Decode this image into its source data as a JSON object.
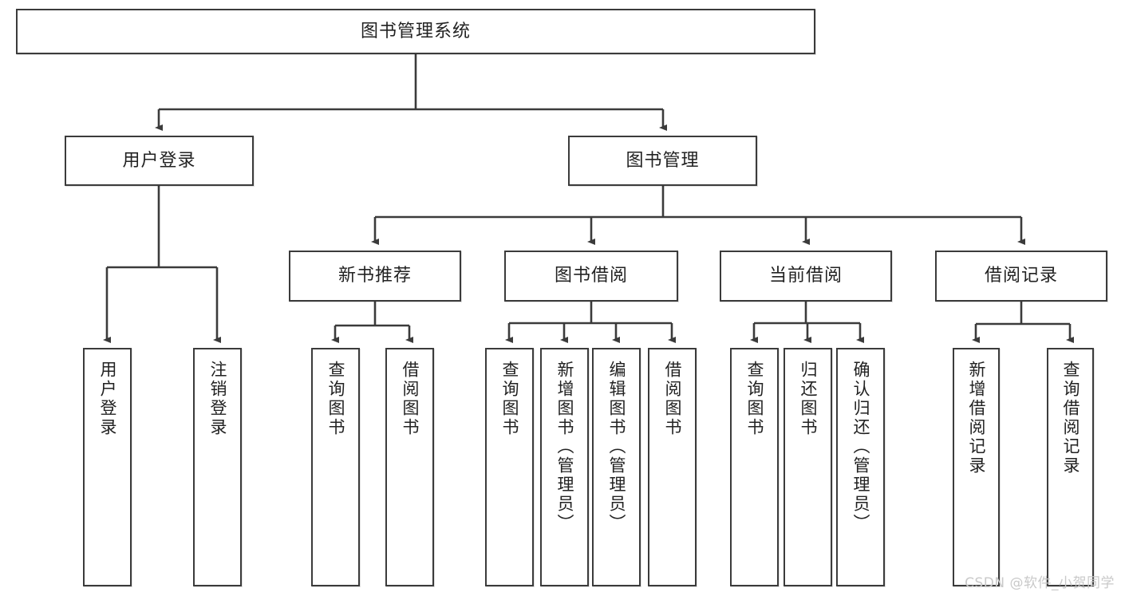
{
  "diagram": {
    "type": "tree-hierarchy-chart",
    "title_node": {
      "label": "图书管理系统"
    },
    "level2": [
      {
        "label": "用户登录"
      },
      {
        "label": "图书管理"
      }
    ],
    "level3": [
      {
        "label": "新书推荐"
      },
      {
        "label": "图书借阅"
      },
      {
        "label": "当前借阅"
      },
      {
        "label": "借阅记录"
      }
    ],
    "leaves": {
      "user_login": [
        {
          "label": "用户登录"
        },
        {
          "label": "注销登录"
        }
      ],
      "new_book_recommend": [
        {
          "label": "查询图书"
        },
        {
          "label": "借阅图书"
        }
      ],
      "book_borrow": [
        {
          "label": "查询图书"
        },
        {
          "label": "新增图书（管理员）"
        },
        {
          "label": "编辑图书（管理员）"
        },
        {
          "label": "借阅图书"
        }
      ],
      "current_borrow": [
        {
          "label": "查询图书"
        },
        {
          "label": "归还图书"
        },
        {
          "label": "确认归还（管理员）"
        }
      ],
      "borrow_record": [
        {
          "label": "新增借阅记录"
        },
        {
          "label": "查询借阅记录"
        }
      ]
    }
  },
  "watermark": {
    "text": "CSDN @软件_小贺同学"
  },
  "colors": {
    "stroke": "#3b3b3b",
    "background": "#ffffff",
    "text": "#222222",
    "watermark": "#c9c9c9"
  }
}
